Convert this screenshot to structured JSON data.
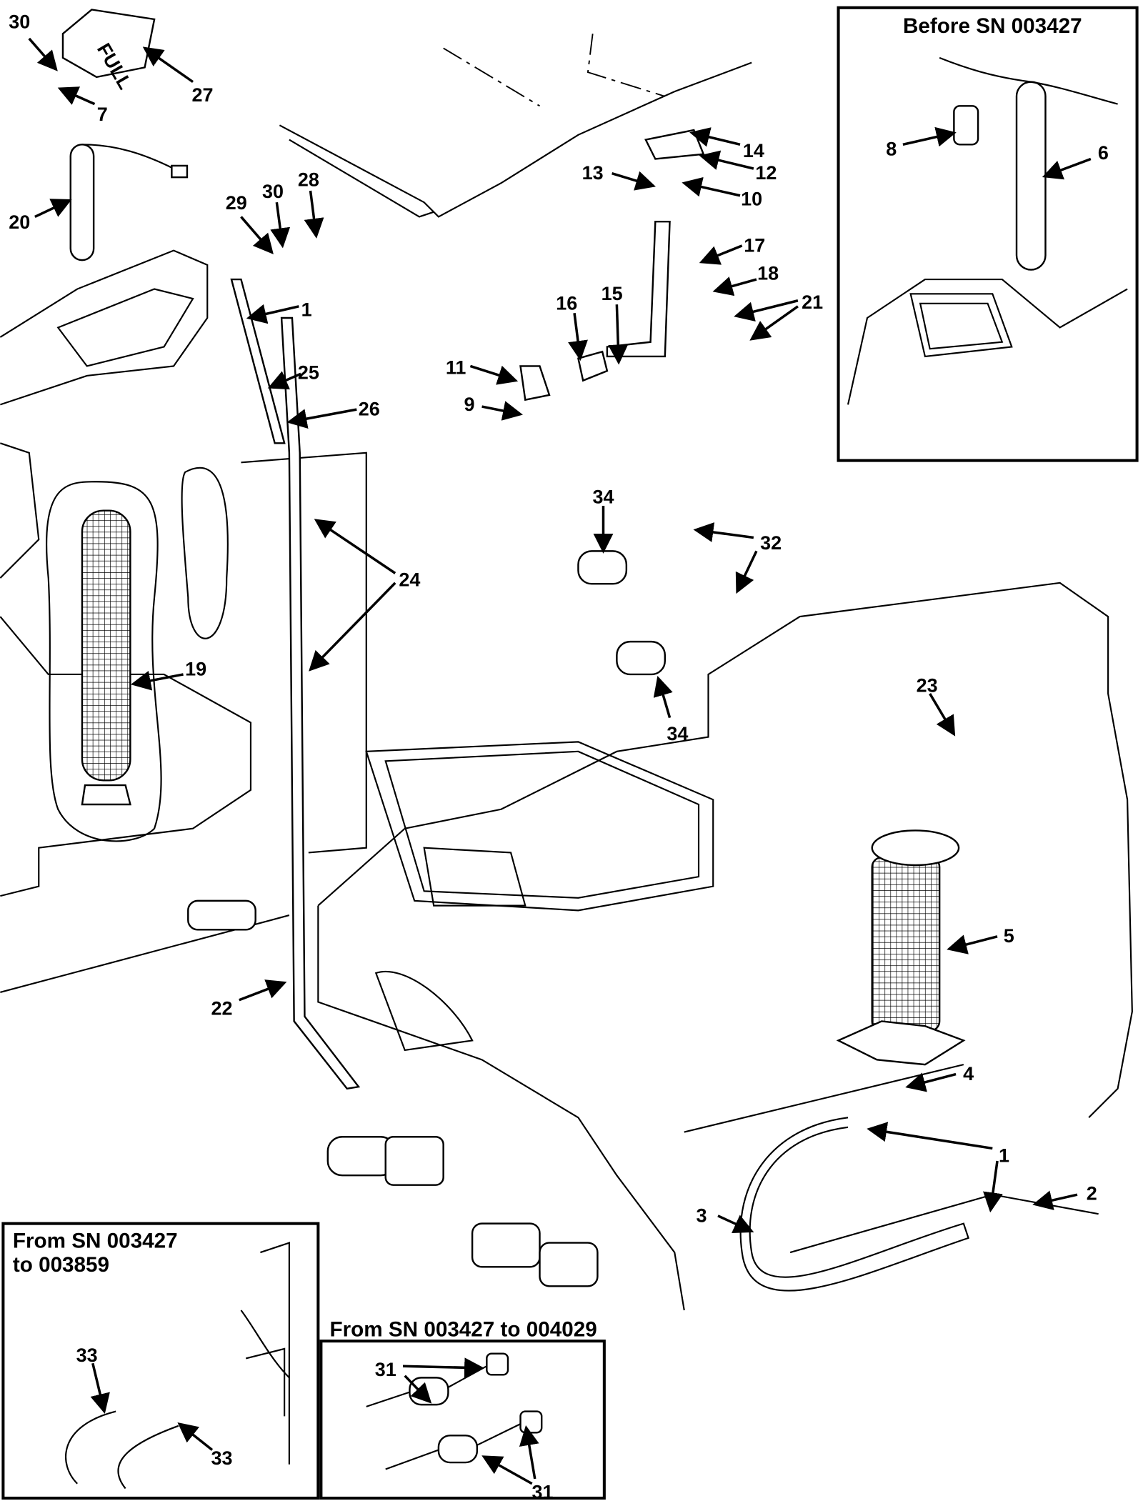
{
  "diagram": {
    "callouts": [
      "30",
      "7",
      "27",
      "20",
      "29",
      "30",
      "28",
      "1",
      "25",
      "26",
      "24",
      "19",
      "22",
      "14",
      "12",
      "13",
      "10",
      "17",
      "18",
      "21",
      "16",
      "15",
      "11",
      "9",
      "34",
      "32",
      "34",
      "23",
      "5",
      "4",
      "1",
      "2",
      "3"
    ],
    "cover_lettering": "FULL",
    "insets": {
      "top_right": {
        "title": "Before SN 003427",
        "callouts": [
          "8",
          "6"
        ]
      },
      "bottom_left": {
        "title_line1": "From SN 003427",
        "title_line2": "to 003859",
        "callouts": [
          "33",
          "33"
        ]
      },
      "bottom_middle": {
        "title": "From SN 003427 to 004029",
        "callouts": [
          "31",
          "31"
        ]
      }
    }
  }
}
